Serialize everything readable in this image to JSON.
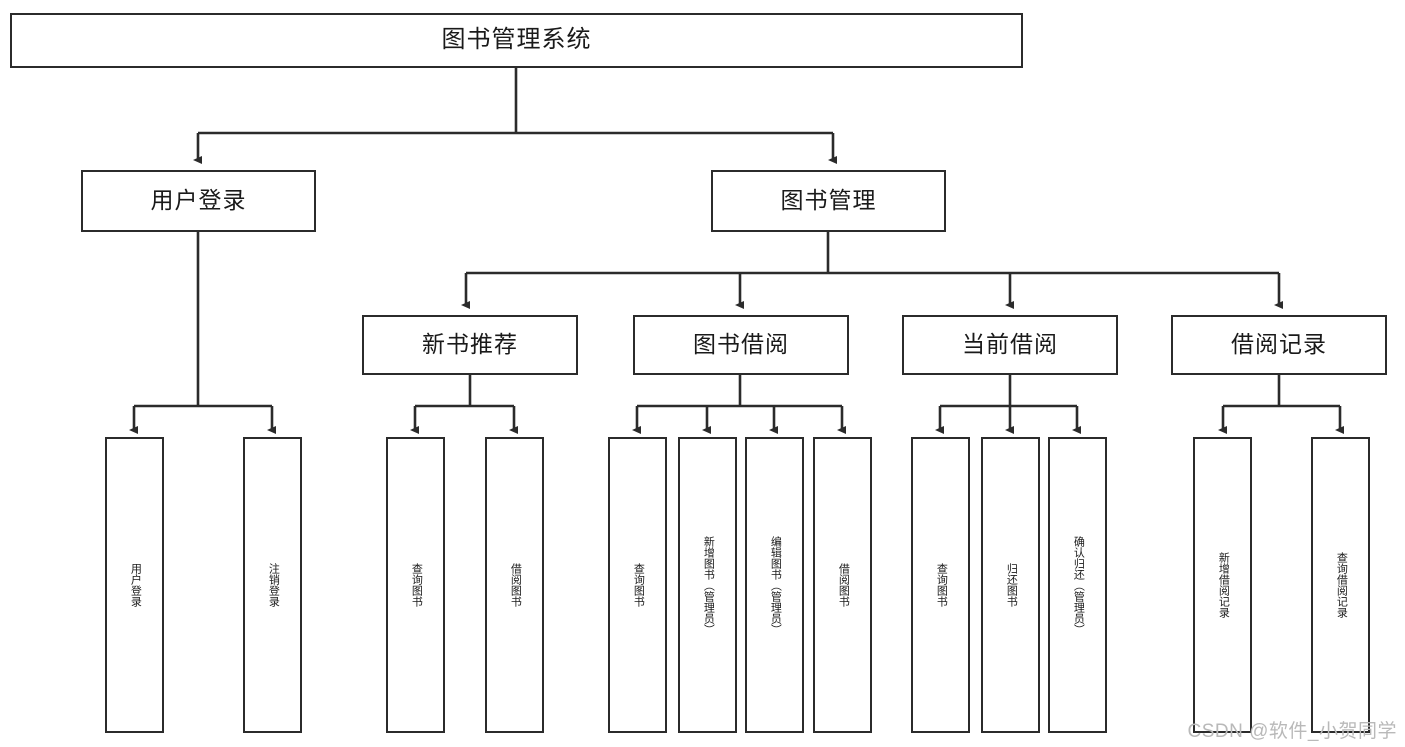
{
  "diagram": {
    "title": "图书管理系统",
    "type": "tree-hierarchy",
    "style": {
      "box_border": "#2b2b2b",
      "box_fill": "#ffffff",
      "line": "#2b2b2b",
      "text": "#1a1a1a",
      "background": "#ffffff"
    }
  },
  "root": {
    "label": "图书管理系统"
  },
  "level2": [
    {
      "label": "用户登录"
    },
    {
      "label": "图书管理"
    }
  ],
  "level3": [
    {
      "label": "新书推荐"
    },
    {
      "label": "图书借阅"
    },
    {
      "label": "当前借阅"
    },
    {
      "label": "借阅记录"
    }
  ],
  "leaves": {
    "user_login": [
      {
        "label": "用户登录"
      },
      {
        "label": "注销登录"
      }
    ],
    "new_book_recommend": [
      {
        "label": "查询图书"
      },
      {
        "label": "借阅图书"
      }
    ],
    "book_borrow": [
      {
        "label": "查询图书"
      },
      {
        "label": "新增图书（管理员）"
      },
      {
        "label": "编辑图书（管理员）"
      },
      {
        "label": "借阅图书"
      }
    ],
    "current_borrow": [
      {
        "label": "查询图书"
      },
      {
        "label": "归还图书"
      },
      {
        "label": "确认归还（管理员）"
      }
    ],
    "borrow_record": [
      {
        "label": "新增借阅记录"
      },
      {
        "label": "查询借阅记录"
      }
    ]
  },
  "watermark": {
    "text": "CSDN @软件_小贺同学"
  }
}
